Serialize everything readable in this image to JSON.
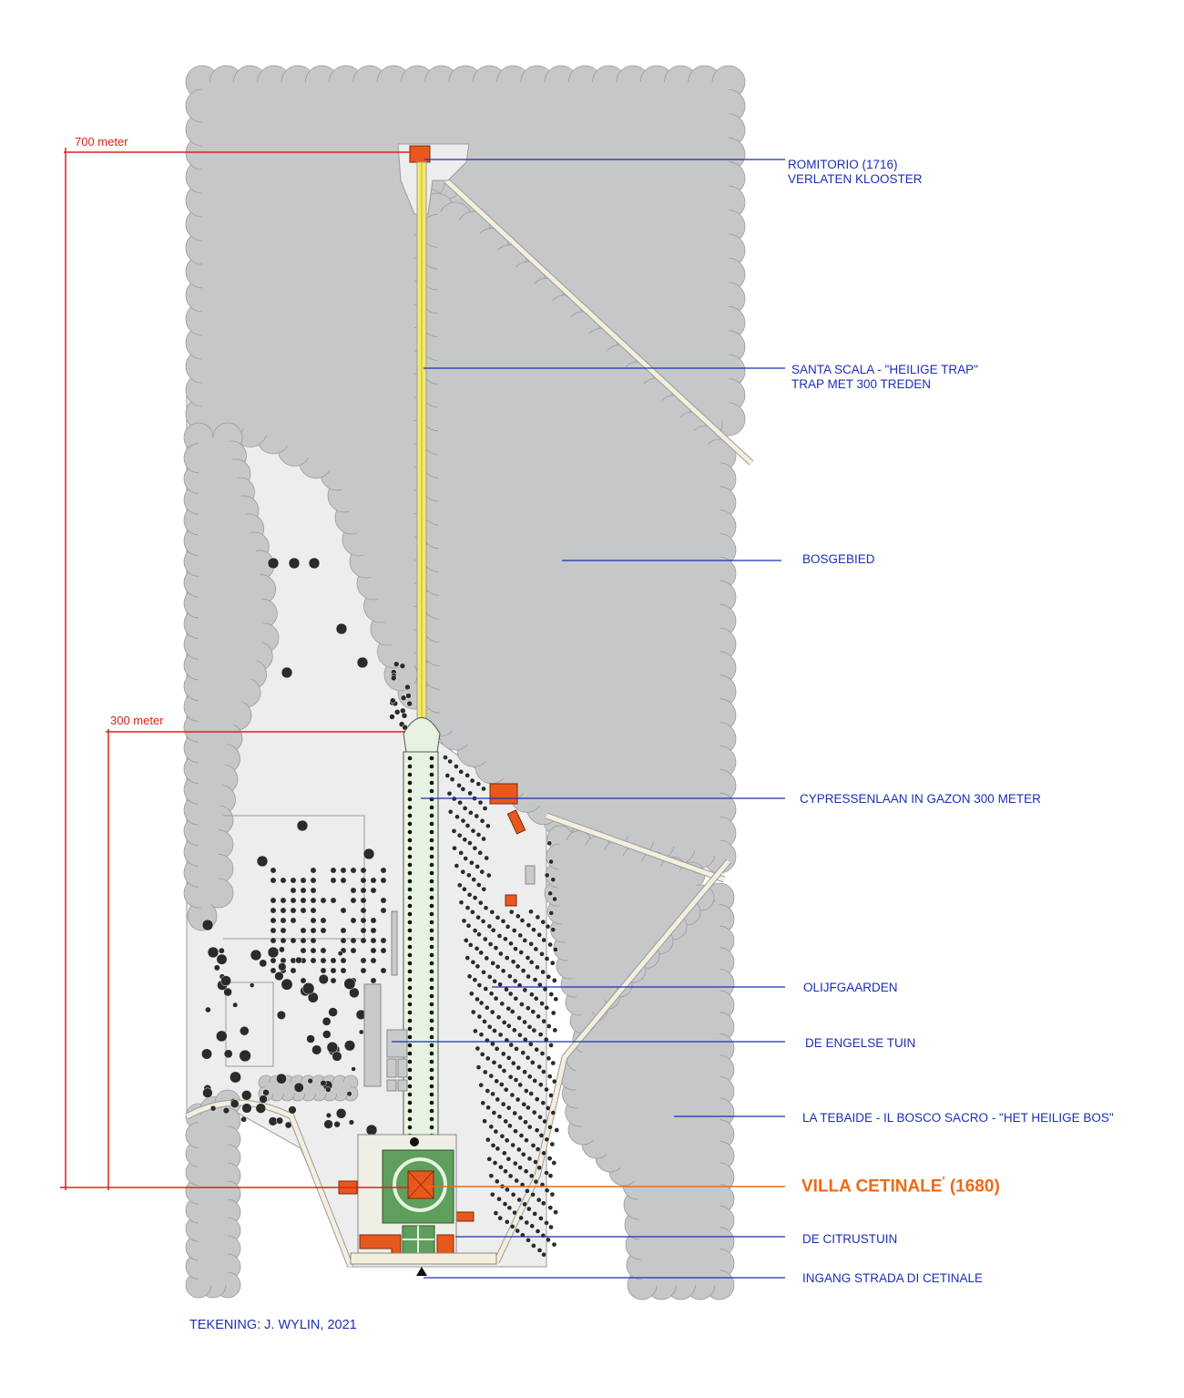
{
  "dimensions": {
    "total_label": "700 meter",
    "avenue_label": "300 meter"
  },
  "labels": {
    "romitorio_line1": "ROMITORIO (1716)",
    "romitorio_line2": "VERLATEN KLOOSTER",
    "scala_line1": "SANTA SCALA - \"HEILIGE TRAP\"",
    "scala_line2": "TRAP MET 300 TREDEN",
    "bosgebied": "BOSGEBIED",
    "cypressenlaan": "CYPRESSENLAAN IN  GAZON 300 METER",
    "olijfgaarden": "OLIJFGAARDEN",
    "engelse_tuin": "DE ENGELSE TUIN",
    "tebaide": "LA TEBAIDE - IL BOSCO SACRO - \"HET HEILIGE BOS\"",
    "villa": "VILLA CETINALE",
    "villa_mark": "'",
    "villa_year": "(1680)",
    "citrustuin": "DE CITRUSTUIN",
    "ingang": "INGANG STRADA DI CETINALE"
  },
  "credit": "TEKENING: J. WYLIN, 2021",
  "colors": {
    "forest": "#c6c7c9",
    "forest_edge": "#9a9b9d",
    "ground": "#ededee",
    "label_blue": "#1b2fb5",
    "dimension_red": "#d9231a",
    "villa_orange": "#ef6a14",
    "garden_green": "#5f9e5c",
    "stair_yellow": "#f2e96a",
    "building_orange": "#e8581c"
  },
  "icons": [
    "tree-symbol-icon",
    "entrance-arrow-icon"
  ]
}
